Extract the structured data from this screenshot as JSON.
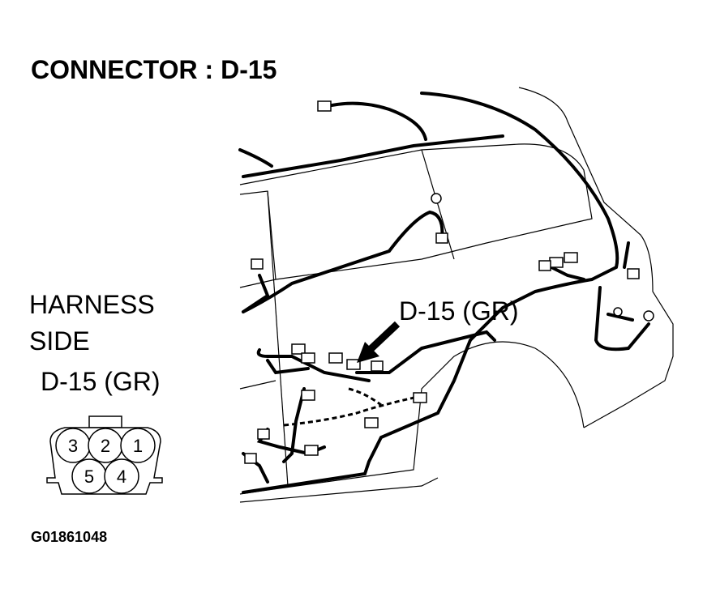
{
  "title": "CONNECTOR : D-15",
  "harness_label_line1": "HARNESS",
  "harness_label_line2": "SIDE",
  "connector_side_label": "D-15 (GR)",
  "callout_label": "D-15 (GR)",
  "pins_top": [
    "3",
    "2",
    "1"
  ],
  "pins_bottom": [
    "5",
    "4"
  ],
  "figure_id": "G01861048",
  "colors": {
    "line": "#000000",
    "background": "#ffffff"
  }
}
